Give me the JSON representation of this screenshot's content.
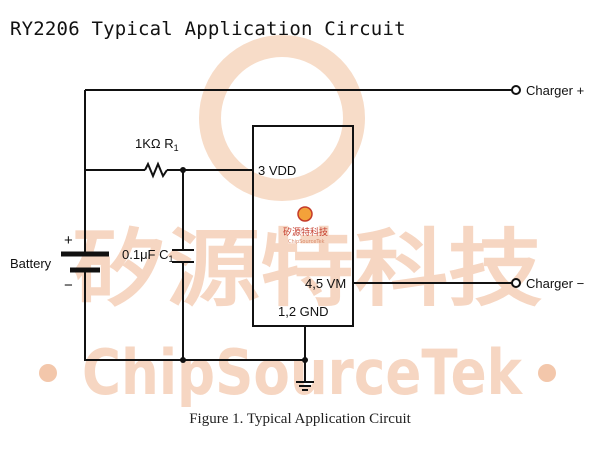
{
  "title": "RY2206 Typical Application Circuit",
  "caption": "Figure 1. Typical Application Circuit",
  "terminals": {
    "charger_pos": "Charger +",
    "charger_neg": "Charger −"
  },
  "battery": {
    "label": "Battery",
    "plus": "+",
    "minus": "−"
  },
  "resistor": {
    "value": "1KΩ",
    "ref": "R",
    "ref_sub": "1"
  },
  "capacitor": {
    "value": "0.1μF",
    "ref": "C",
    "ref_sub": "1"
  },
  "ic": {
    "pin_vdd": "3 VDD",
    "pin_vm": "4,5 VM",
    "pin_gnd": "1,2 GND",
    "logo_cn": "矽源特科技",
    "logo_en": "ChipSourceTek"
  },
  "watermark": {
    "cn": "矽源特科技",
    "en": "ChipSourceTek"
  },
  "colors": {
    "ink": "#111111",
    "watermark": "#f6d6c2",
    "logo": "#c43a2a"
  }
}
